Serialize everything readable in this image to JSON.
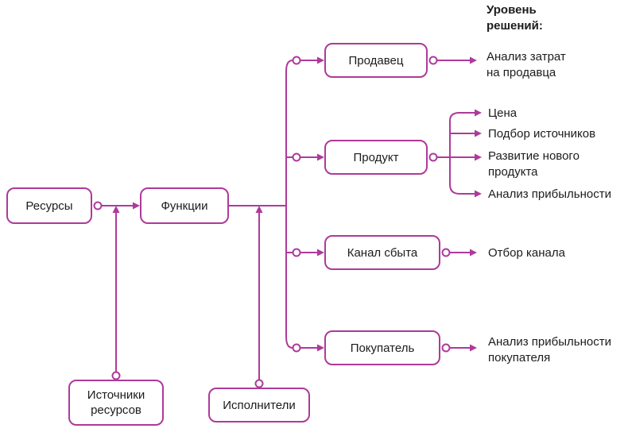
{
  "colors": {
    "accent": "#ae3a9a",
    "text": "#1c1c1c"
  },
  "header": {
    "title": "Уровень\nрешений:"
  },
  "nodes": {
    "resources": "Ресурсы",
    "functions": "Функции",
    "seller": "Продавец",
    "product": "Продукт",
    "channel": "Канал сбыта",
    "buyer": "Покупатель",
    "resource_sources": "Источники\nресурсов",
    "executors": "Исполнители"
  },
  "labels": {
    "seller_analysis": "Анализ затрат\nна продавца",
    "price": "Цена",
    "source_selection": "Подбор источников",
    "new_product": "Развитие нового\nпродукта",
    "profitability": "Анализ прибыльности",
    "channel_selection": "Отбор канала",
    "buyer_profitability": "Анализ прибыльности\nпокупателя"
  }
}
